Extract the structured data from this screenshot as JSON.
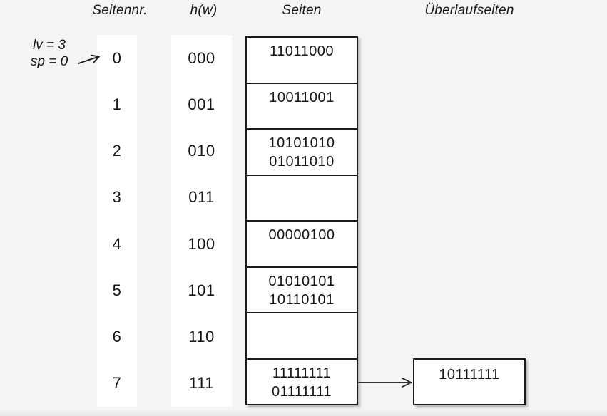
{
  "colors": {
    "background": "#f5f4f2",
    "ink": "#1a1a1a",
    "cell_fill": "#ffffff"
  },
  "headers": {
    "seitennr": "Seitennr.",
    "hw": "h(w)",
    "seiten": "Seiten",
    "ueberlaufseiten": "Überlaufseiten"
  },
  "annotation": {
    "line1": "lv = 3",
    "line2": "sp = 0"
  },
  "table": {
    "rows": [
      {
        "nr": "0",
        "hw": "000",
        "entries": [
          "11011000"
        ]
      },
      {
        "nr": "1",
        "hw": "001",
        "entries": [
          "10011001"
        ]
      },
      {
        "nr": "2",
        "hw": "010",
        "entries": [
          "10101010",
          "01011010"
        ]
      },
      {
        "nr": "3",
        "hw": "011",
        "entries": []
      },
      {
        "nr": "4",
        "hw": "100",
        "entries": [
          "00000100"
        ]
      },
      {
        "nr": "5",
        "hw": "101",
        "entries": [
          "01010101",
          "10110101"
        ]
      },
      {
        "nr": "6",
        "hw": "110",
        "entries": []
      },
      {
        "nr": "7",
        "hw": "111",
        "entries": [
          "11111111",
          "01111111"
        ]
      }
    ]
  },
  "overflow": {
    "entries": [
      "10111111"
    ]
  }
}
